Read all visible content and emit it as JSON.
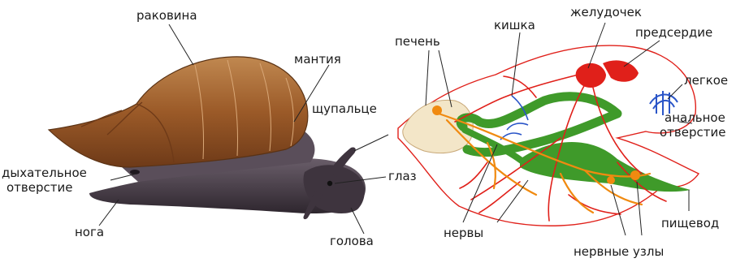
{
  "left_figure": {
    "labels": {
      "shell": "раковина",
      "mantle": "мантия",
      "tentacle": "щупальце",
      "breathing_hole_line1": "дыхательное",
      "breathing_hole_line2": "отверстие",
      "eye": "глаз",
      "foot": "нога",
      "head": "голова"
    }
  },
  "right_figure": {
    "labels": {
      "liver": "печень",
      "intestine": "кишка",
      "ventricle": "желудочек",
      "atrium": "предсердие",
      "lung": "легкое",
      "anal_line1": "анальное",
      "anal_line2": "отверстие",
      "nerves": "нервы",
      "esophagus": "пищевод",
      "ganglia": "нервные узлы"
    }
  },
  "colors": {
    "shell": "#9b5a28",
    "body": "#4a3f4a",
    "digestive": "#3f9a2a",
    "blood": "#e0201a",
    "nerve": "#f08a10",
    "liver": "#f3e6c8",
    "lung_vessels": "#2a55c8"
  }
}
